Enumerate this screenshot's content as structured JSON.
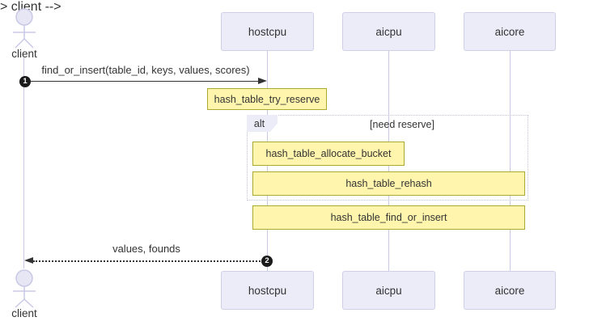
{
  "diagram": {
    "type": "sequence-diagram",
    "actor": {
      "label": "client"
    },
    "participants": [
      {
        "label": "hostcpu"
      },
      {
        "label": "aicpu"
      },
      {
        "label": "aicore"
      }
    ],
    "messages": [
      {
        "seq": "1",
        "label": "find_or_insert(table_id, keys, values, scores)",
        "style": "solid",
        "from": "client",
        "to": "hostcpu"
      },
      {
        "seq": "2",
        "label": "values, founds",
        "style": "dotted",
        "from": "hostcpu",
        "to": "client"
      }
    ],
    "notes": [
      {
        "label": "hash_table_try_reserve",
        "over": "hostcpu"
      },
      {
        "label": "hash_table_allocate_bucket",
        "over": "hostcpu aicpu"
      },
      {
        "label": "hash_table_rehash",
        "over": "hostcpu aicpu aicore"
      },
      {
        "label": "hash_table_find_or_insert",
        "over": "hostcpu aicpu aicore"
      }
    ],
    "fragment": {
      "operator": "alt",
      "condition": "[need reserve]"
    },
    "colors": {
      "note_fill": "#fff5ad",
      "note_border": "#aaaa33",
      "participant_fill": "#ececf9",
      "participant_border": "#cfcfe8",
      "lifeline": "#c9c9e6",
      "actor_stroke": "#c9c9e6",
      "actor_fill": "#e6e6f5",
      "message": "#333333",
      "badge_fill": "#1a1a1a",
      "badge_text": "#ffffff",
      "fragment_border": "#c3c3dd",
      "text": "#333333"
    }
  }
}
